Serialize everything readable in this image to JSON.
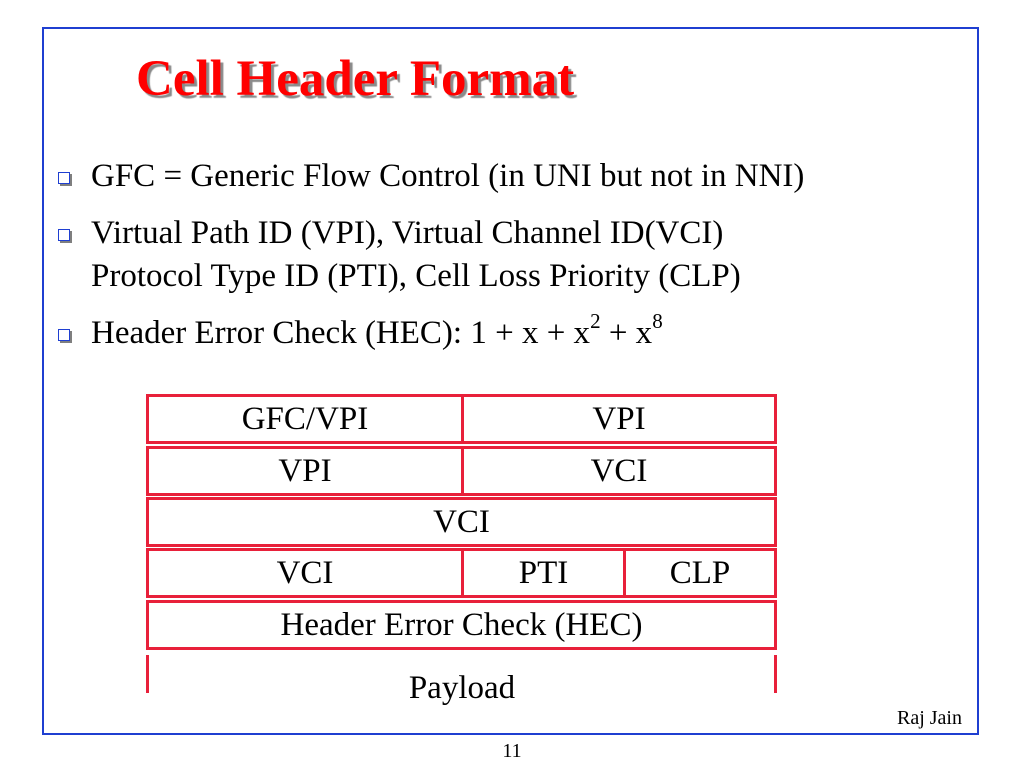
{
  "slide": {
    "title": "Cell Header Format",
    "bullets": [
      {
        "text": "GFC = Generic Flow Control (in UNI but not in NNI)"
      },
      {
        "line1": "Virtual Path ID (VPI), Virtual Channel ID(VCI)",
        "line2": "Protocol Type ID (PTI), Cell Loss Priority (CLP)"
      },
      {
        "prefix": "Header Error Check (HEC): 1 + x + x",
        "exp1": "2",
        "mid": " + x",
        "exp2": "8"
      }
    ],
    "header_table": {
      "row1": {
        "left": "GFC/VPI",
        "right": "VPI"
      },
      "row2": {
        "left": "VPI",
        "right": "VCI"
      },
      "row3": {
        "full": "VCI"
      },
      "row4": {
        "left": "VCI",
        "middle": "PTI",
        "right": "CLP"
      },
      "row5": {
        "full": "Header Error Check (HEC)"
      },
      "payload": "Payload"
    },
    "author": "Raj Jain",
    "page_number": "11",
    "colors": {
      "title": "#ff0000",
      "frame": "#1f3fd1",
      "table_border": "#e8203a"
    }
  }
}
